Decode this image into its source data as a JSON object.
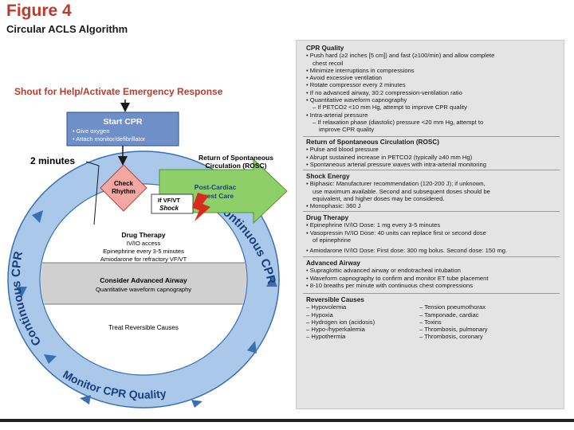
{
  "figure": {
    "title": "Figure 4",
    "subtitle": "Circular ACLS Algorithm"
  },
  "flow": {
    "shout": "Shout for Help/Activate Emergency Response",
    "start_cpr_title": "Start CPR",
    "start_cpr_items": [
      "• Give oxygen",
      "• Attach monitor/defibrillator"
    ],
    "two_minutes": "2 minutes",
    "check_rhythm": [
      "Check",
      "Rhythm"
    ],
    "rosc": [
      "Return of Spontaneous",
      "Circulation (ROSC)"
    ],
    "post_cardiac": [
      "Post-Cardiac",
      "Arrest Care"
    ],
    "shock": [
      "If VF/VT",
      "Shock"
    ],
    "drug_therapy": [
      "Drug Therapy",
      "IV/IO access",
      "Epinephrine every 3-5 minutes",
      "Amiodarone for refractory VF/VT"
    ],
    "advanced_airway": [
      "Consider Advanced Airway",
      "Quantitative waveform capnography"
    ],
    "reversible": "Treat Reversible Causes",
    "ring_left": "Continuous CPR",
    "ring_right": "Continuous CPR",
    "ring_bottom": "Monitor CPR Quality"
  },
  "panel": {
    "cpr_quality": {
      "heading": "CPR Quality",
      "lines": [
        "• Push hard (≥2 inches [5 cm]) and fast (≥100/min) and allow complete",
        "chest recoil",
        "• Minimize interruptions in compressions",
        "• Avoid excessive ventilation",
        "• Rotate compressor every 2 minutes",
        "• If no advanced airway, 30:2 compression-ventilation ratio",
        "• Quantitative waveform capnography",
        "– If PETCO2 <10 mm Hg, attempt to improve CPR quality",
        "• Intra-arterial pressure",
        "– If relaxation phase (diastolic) pressure <20 mm Hg, attempt to",
        "improve CPR quality"
      ]
    },
    "rosc": {
      "heading": "Return of Spontaneous Circulation (ROSC)",
      "lines": [
        "• Pulse and blood pressure",
        "• Abrupt sustained increase in PETCO2 (typically ≥40 mm Hg)",
        "• Spontaneous arterial pressure waves with intra-arterial monitoring"
      ]
    },
    "shock_energy": {
      "heading": "Shock Energy",
      "lines": [
        "• Biphasic: Manufacturer recommendation (120-200 J); if unknown,",
        "use maximum available. Second and subsequent doses should be",
        "equivalent, and higher doses may be considered.",
        "• Monophasic: 360 J"
      ]
    },
    "drug_therapy": {
      "heading": "Drug Therapy",
      "lines": [
        "• Epinephrine IV/IO Dose: 1 mg every 3-5 minutes",
        "• Vasopressin IV/IO Dose: 40 units can replace first or second dose",
        "of epinephrine",
        "• Amiodarone IV/IO Dose: First dose: 300 mg bolus. Second dose: 150 mg."
      ]
    },
    "advanced_airway": {
      "heading": "Advanced Airway",
      "lines": [
        "• Supraglottic advanced airway or endotracheal intubation",
        "• Waveform capnography to confirm and monitor ET tube placement",
        "• 8-10 breaths per minute with continuous chest compressions"
      ]
    },
    "reversible_causes": {
      "heading": "Reversible Causes",
      "left": [
        "– Hypovolemia",
        "– Hypoxia",
        "– Hydrogen ion (acidosis)",
        "– Hypo-/hyperkalemia",
        "– Hypothermia"
      ],
      "right": [
        "– Tension pneumothorax",
        "– Tamponade, cardiac",
        "– Toxins",
        "– Thrombosis, pulmonary",
        "– Thrombosis, coronary"
      ]
    }
  },
  "colors": {
    "title_red": "#c0392b",
    "ring_blue": "#a9c8ea",
    "ring_stroke": "#3a6fb0",
    "start_box_blue": "#6f8fc9",
    "diamond_pink": "#f2a7a2",
    "rosc_green": "#8fcf6a",
    "panel_gray": "#e4e4e4"
  }
}
